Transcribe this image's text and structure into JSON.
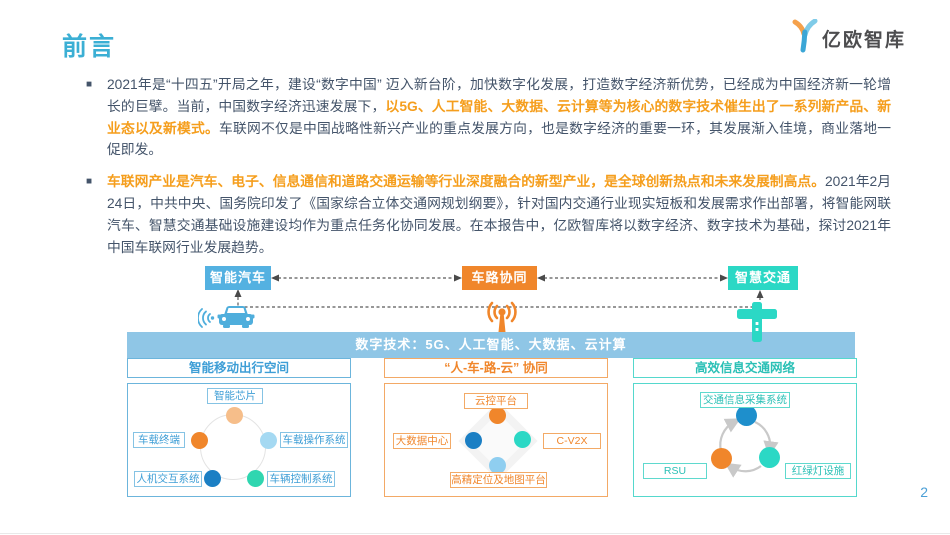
{
  "page": {
    "title": "前言",
    "page_number": "2"
  },
  "logo": {
    "text": "亿欧智库",
    "icon": "yiou-y-logo-icon"
  },
  "bullets": [
    {
      "segments": [
        {
          "text": "2021年是“十四五”开局之年，建设“数字中国” 迈入新台阶，加快数字化发展，打造数字经济新优势，已经成为中国经济新一轮增长的巨擘。当前，中国数字经济迅速发展下，",
          "highlight": false
        },
        {
          "text": "以5G、人工智能、大数据、云计算等为核心的数字技术催生出了一系列新产品、新业态以及新模式。",
          "highlight": true
        },
        {
          "text": "车联网不仅是中国战略性新兴产业的重点发展方向，也是数字经济的重要一环，其发展渐入佳境，商业落地一促即发。",
          "highlight": false
        }
      ]
    },
    {
      "segments": [
        {
          "text": "车联网产业是汽车、电子、信息通信和道路交通运输等行业深度融合的新型产业，是全球创新热点和未来发展制高点。",
          "highlight": true
        },
        {
          "text": "2021年2月24日，中共中央、国务院印发了《国家综合立体交通网规划纲要》，针对国内交通行业现实短板和发展需求作出部署，将智能网联汽车、智慧交通基础设施建设均作为重点任务化协同发展。在本报告中，亿欧智库将以数字经济、数字技术为基础，探讨2021年中国车联网行业发展趋势。",
          "highlight": false
        }
      ]
    }
  ],
  "diagram": {
    "top_nodes": [
      {
        "label": "智能汽车",
        "color": "#54B1E1"
      },
      {
        "label": "车路协同",
        "color": "#F0862B"
      },
      {
        "label": "智慧交通",
        "color": "#2BD8C5"
      }
    ],
    "icons": {
      "left": "connected-car-icon",
      "center": "v2x-beacon-icon",
      "right": "traffic-signal-icon"
    },
    "banner": "数字技术：5G、人工智能、大数据、云计算",
    "columns": [
      {
        "header": "智能移动出行空间",
        "accent": "#3E9ED6",
        "items": [
          "智能芯片",
          "车载终端",
          "车载操作系统",
          "人机交互系统",
          "车辆控制系统"
        ],
        "dot_colors": [
          "#F6BE8A",
          "#F0862B",
          "#A5D9F2",
          "#1B7FC4",
          "#2FD6B0"
        ]
      },
      {
        "header": "“人-车-路-云” 协同",
        "accent": "#F0862B",
        "items": [
          "云控平台",
          "大数据中心",
          "C-V2X",
          "高精定位及地图平台"
        ],
        "dot_colors": [
          "#F0862B",
          "#1B7FC4",
          "#2BD8C5",
          "#8FCEF0"
        ]
      },
      {
        "header": "高效信息交通网络",
        "accent": "#2BC0B6",
        "items": [
          "交通信息采集系统",
          "RSU",
          "红绿灯设施"
        ],
        "dot_colors": [
          "#1E8FCC",
          "#F0862B",
          "#2BD8C5"
        ]
      }
    ]
  },
  "colors": {
    "title": "#3BAFD4",
    "body_text": "#44546A",
    "highlight_text": "#F59E1D",
    "banner_bg": "#8FC6E6"
  }
}
